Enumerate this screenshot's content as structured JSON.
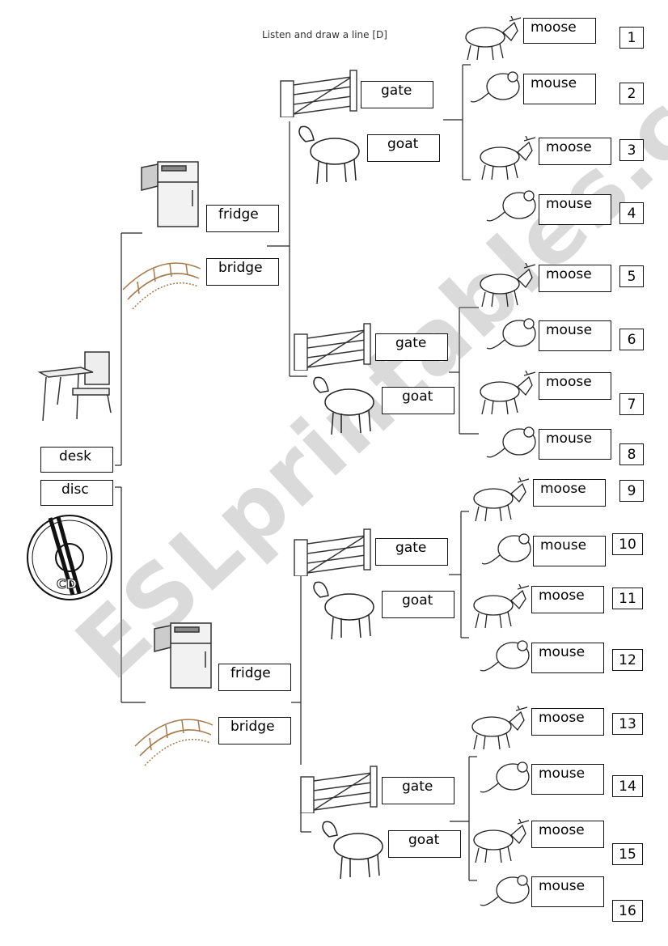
{
  "title": "Listen and draw a line [D]",
  "watermark": "ESLprintables.com",
  "words": {
    "desk": "desk",
    "disc": "disc",
    "fridge": "fridge",
    "bridge": "bridge",
    "gate": "gate",
    "goat": "goat",
    "moose": "moose",
    "mouse": "mouse"
  },
  "cd_label": "CD",
  "numbers": [
    "1",
    "2",
    "3",
    "4",
    "5",
    "6",
    "7",
    "8",
    "9",
    "10",
    "11",
    "12",
    "13",
    "14",
    "15",
    "16"
  ]
}
